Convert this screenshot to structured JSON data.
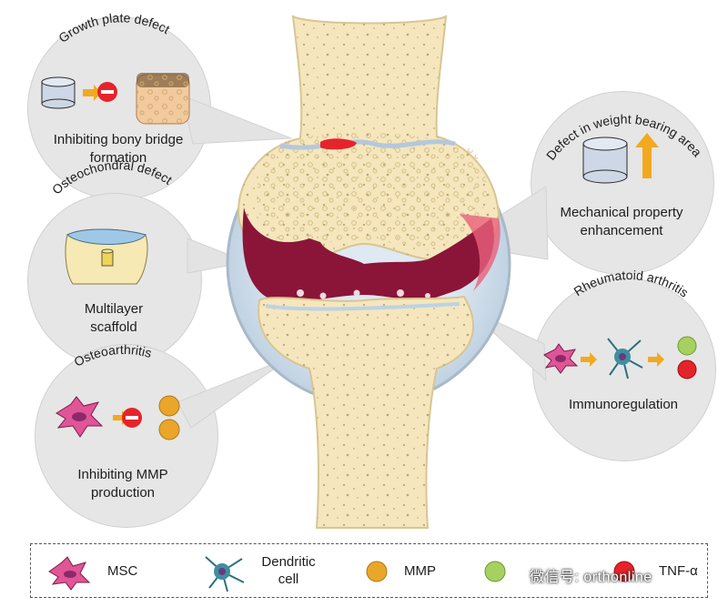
{
  "panels": {
    "growth_plate": {
      "title": "Growth plate defect",
      "caption": "Inhibiting bony bridge formation"
    },
    "osteochondral": {
      "title": "Osteochondral defect",
      "caption": "Multilayer scaffold"
    },
    "osteoarthritis": {
      "title": "Osteoarthritis",
      "caption": "Inhibiting MMP production"
    },
    "weight_bearing": {
      "title": "Defect in weight bearing area",
      "caption": "Mechanical property enhancement"
    },
    "rheumatoid": {
      "title": "Rheumatoid arthritis",
      "caption": "Immunoregulation"
    }
  },
  "legend": {
    "msc": "MSC",
    "dendritic": "Dendritic cell",
    "mmp": "MMP",
    "tnf": "TNF-α"
  },
  "watermark": "微信号: orthonline",
  "colors": {
    "bone": "#f5e6bd",
    "bone_outline": "#d8c592",
    "cartilage": "#bcd2e6",
    "synovium": "#8a1538",
    "circle_bg": "#e6e6e6",
    "inhibit_red": "#e5232b",
    "arrow_orange": "#f2a91f",
    "mmp_orange": "#e9a62b",
    "cytokine_green": "#a6d160"
  }
}
